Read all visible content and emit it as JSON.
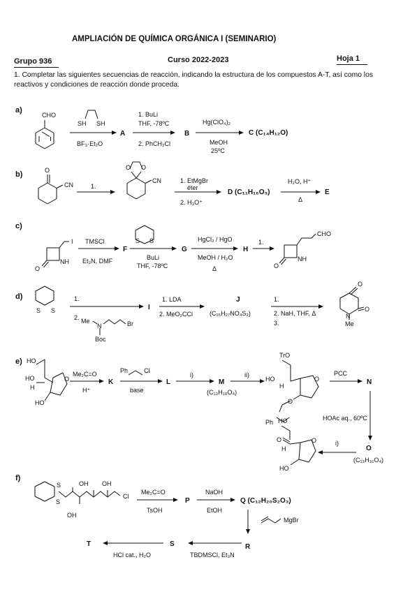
{
  "header": {
    "title": "AMPLIACIÓN DE QUÍMICA ORGÁNICA I (SEMINARIO)",
    "group": "Grupo 936",
    "course": "Curso 2022-2023",
    "sheet": "Hoja 1"
  },
  "intro": "1. Completar las siguientes secuencias de reacción, indicando la estructura de los compuestos A-T, así como los reactivos y condiciones de reacción donde proceda.",
  "a": {
    "label": "a)",
    "cho": "CHO",
    "sh1": "SH",
    "sh2": "SH",
    "cat": "BF₃·Et₂O",
    "A": "A",
    "r1": "1. BuLi",
    "r2": "THF, -78ºC",
    "r3": "2. PhCH₂Cl",
    "B": "B",
    "r4": "Hg(ClO₄)₂",
    "r5": "MeOH",
    "r6": "25ºC",
    "C": "C (C₁₄H₁₂O)"
  },
  "b": {
    "label": "b)",
    "o1": "O",
    "cn1": "CN",
    "step1": "1.",
    "o2": "O",
    "o3": "O",
    "cn2": "CN",
    "r1": "1. EtMgBr",
    "r2": "éter",
    "r3": "2. H₃O⁺",
    "D": "D (C₁₁H₁₆O₃)",
    "r4": "H₂O, H⁺",
    "r5": "Δ",
    "E": "E"
  },
  "c": {
    "label": "c)",
    "i": "I",
    "o": "O",
    "nh": "NH",
    "r1": "TMSCl",
    "r2": "Et₃N, DMF",
    "F": "F",
    "s1": "S",
    "s2": "S",
    "r3": "BuLi",
    "r4": "THF, -78ºC",
    "G": "G",
    "r5": "HgCl₂ / HgO",
    "r6": "MeOH / H₂O",
    "r7": "Δ",
    "H": "H",
    "step": "1.",
    "cho": "CHO",
    "o2": "O",
    "nh2": "NH"
  },
  "d": {
    "label": "d)",
    "s1": "S",
    "s2": "S",
    "step1": "1.",
    "step2": "2.",
    "me": "Me",
    "n": "N",
    "br": "Br",
    "boc": "Boc",
    "I": "I",
    "r1": "1. LDA",
    "r2": "2. MeO₂CCl",
    "J": "J",
    "Jf": "(C₁₅H₂₇NO₄S₂)",
    "r3": "1.",
    "r4": "2. NaH, THF, Δ",
    "r5": "3.",
    "o1": "O",
    "o2": "O",
    "n2": "N",
    "me2": "Me"
  },
  "e": {
    "label": "e)",
    "ho1": "HO",
    "ho2": "HO",
    "h1": "H",
    "o1": "O",
    "ho3": "HO",
    "r1": "Me₂C=O",
    "r2": "H⁺",
    "K": "K",
    "ph": "Ph",
    "cl": "Cl",
    "base": "base",
    "L": "L",
    "i1": "i)",
    "M": "M",
    "Mf": "(C₁₃H₁₈O₄)",
    "ii": "ii)",
    "tro": "TrO",
    "ho4": "HO",
    "h2": "H",
    "o2": "O",
    "o3": "O",
    "ph2": "Ph",
    "pcc": "PCC",
    "N": "N",
    "hoac": "HOAc aq., 60ºC",
    "O": "O",
    "Of": "(C₁₃H₁₆O₄)",
    "i2": "i)",
    "ho5": "HO",
    "o4": "O",
    "h3": "H",
    "o5": "O",
    "ho6": "HO"
  },
  "f": {
    "label": "f)",
    "s1": "S",
    "s2": "S",
    "oh1": "OH",
    "oh2": "OH",
    "oh3": "OH",
    "cl": "Cl",
    "r1": "Me₂C=O",
    "r2": "TsOH",
    "P": "P",
    "r3": "NaOH",
    "r4": "EtOH",
    "Q": "Q (C₁₂H₂₀S₂O₃)",
    "mgbr": "MgBr",
    "R": "R",
    "r5": "TBDMSCl, Et₃N",
    "S": "S",
    "r6": "HCl cat., H₂O",
    "T": "T"
  }
}
